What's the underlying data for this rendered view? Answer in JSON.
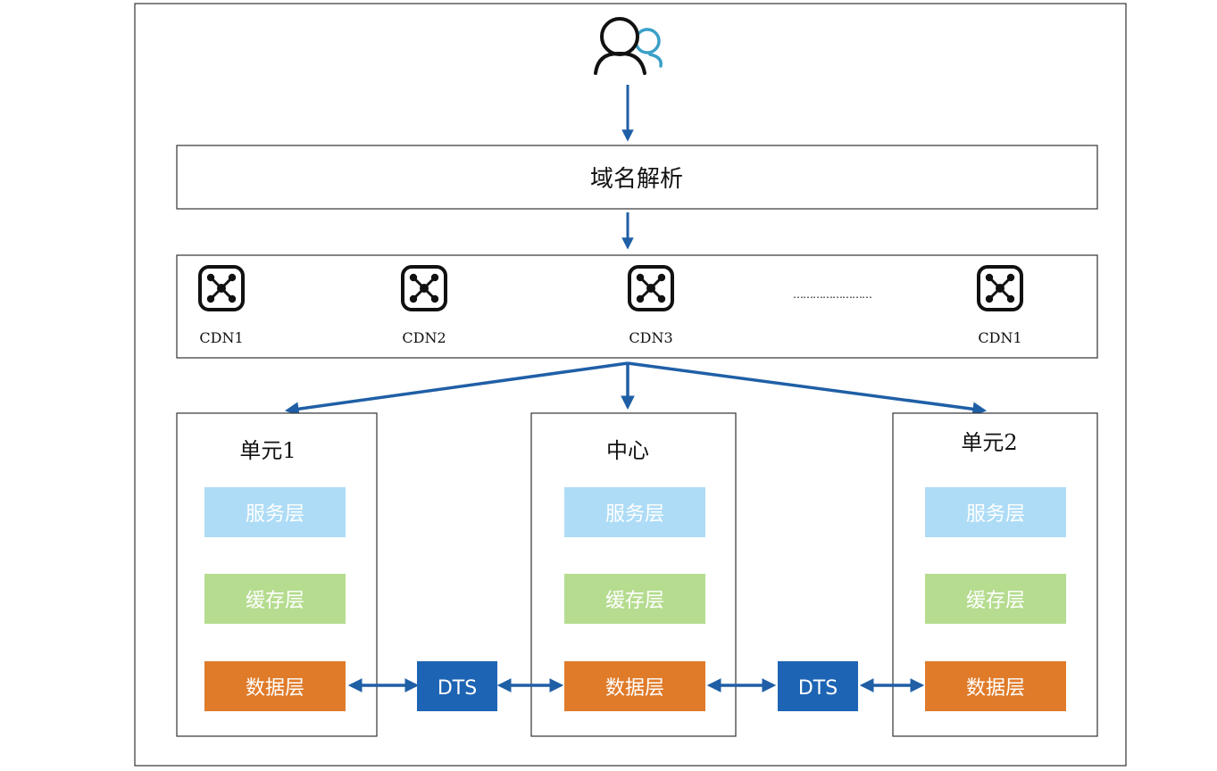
{
  "dns": {
    "label": "域名解析"
  },
  "cdn": {
    "nodes": [
      {
        "label": "CDN1",
        "icon": "network-hub-icon"
      },
      {
        "label": "CDN2",
        "icon": "network-hub-icon"
      },
      {
        "label": "CDN3",
        "icon": "network-hub-icon"
      },
      {
        "label": "CDN1",
        "icon": "network-hub-icon"
      }
    ],
    "ellipsis": "……………………"
  },
  "units": [
    {
      "title": "单元1",
      "layers": [
        "服务层",
        "缓存层",
        "数据层"
      ]
    },
    {
      "title": "中心",
      "layers": [
        "服务层",
        "缓存层",
        "数据层"
      ]
    },
    {
      "title": "单元2",
      "layers": [
        "服务层",
        "缓存层",
        "数据层"
      ]
    }
  ],
  "dts": [
    {
      "label": "DTS"
    },
    {
      "label": "DTS"
    }
  ],
  "colors": {
    "service_layer": "#aedcf6",
    "cache_layer": "#b5dc8f",
    "data_layer": "#e07b2a",
    "dts": "#1e64b4",
    "arrow": "#1f5fa6",
    "user_accent": "#3aa0c8"
  }
}
